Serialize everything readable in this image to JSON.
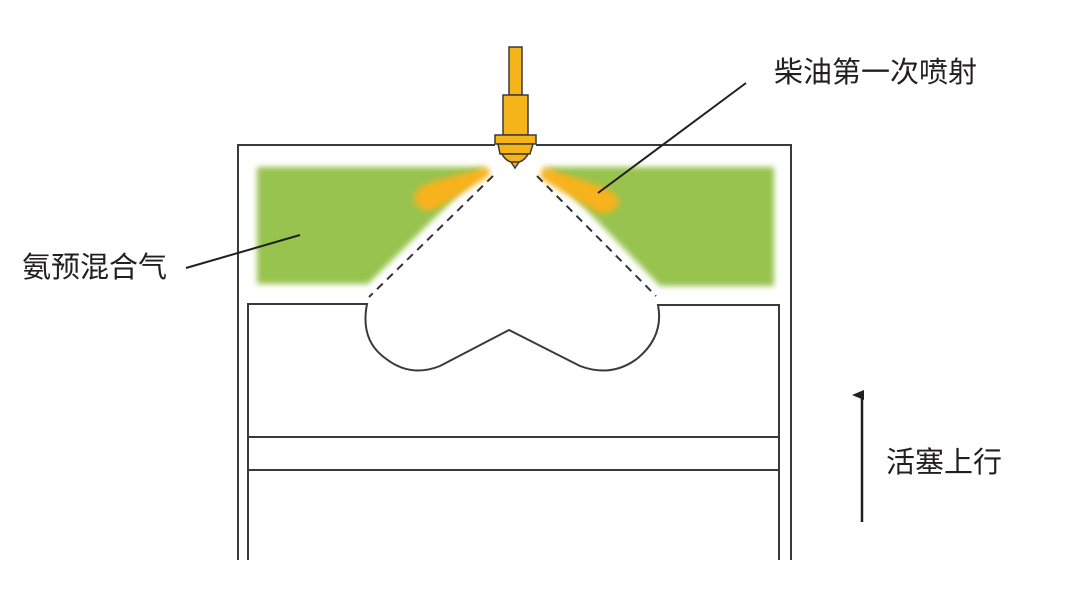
{
  "labels": {
    "diesel_injection": "柴油第一次喷射",
    "ammonia_premix": "氨预混合气",
    "piston_up": "活塞上行"
  },
  "colors": {
    "injector": "#f5b51a",
    "premix": "#98c34f",
    "spray": "#f7b21b",
    "line": "#3a3a3a"
  }
}
